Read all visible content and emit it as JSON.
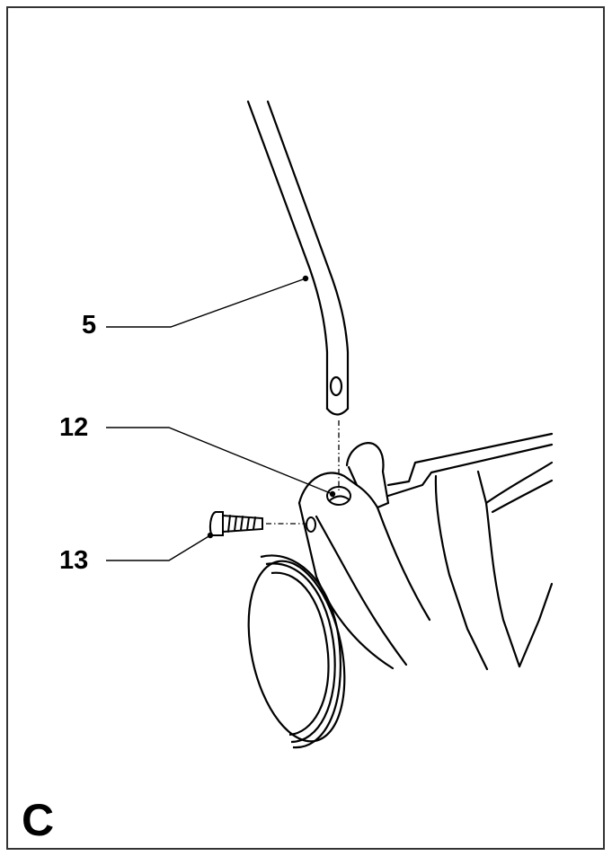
{
  "figure": {
    "panel_letter": "C",
    "callouts": [
      {
        "number": "5"
      },
      {
        "number": "12"
      },
      {
        "number": "13"
      }
    ]
  },
  "colors": {
    "ink": "#000000",
    "background": "#ffffff"
  }
}
